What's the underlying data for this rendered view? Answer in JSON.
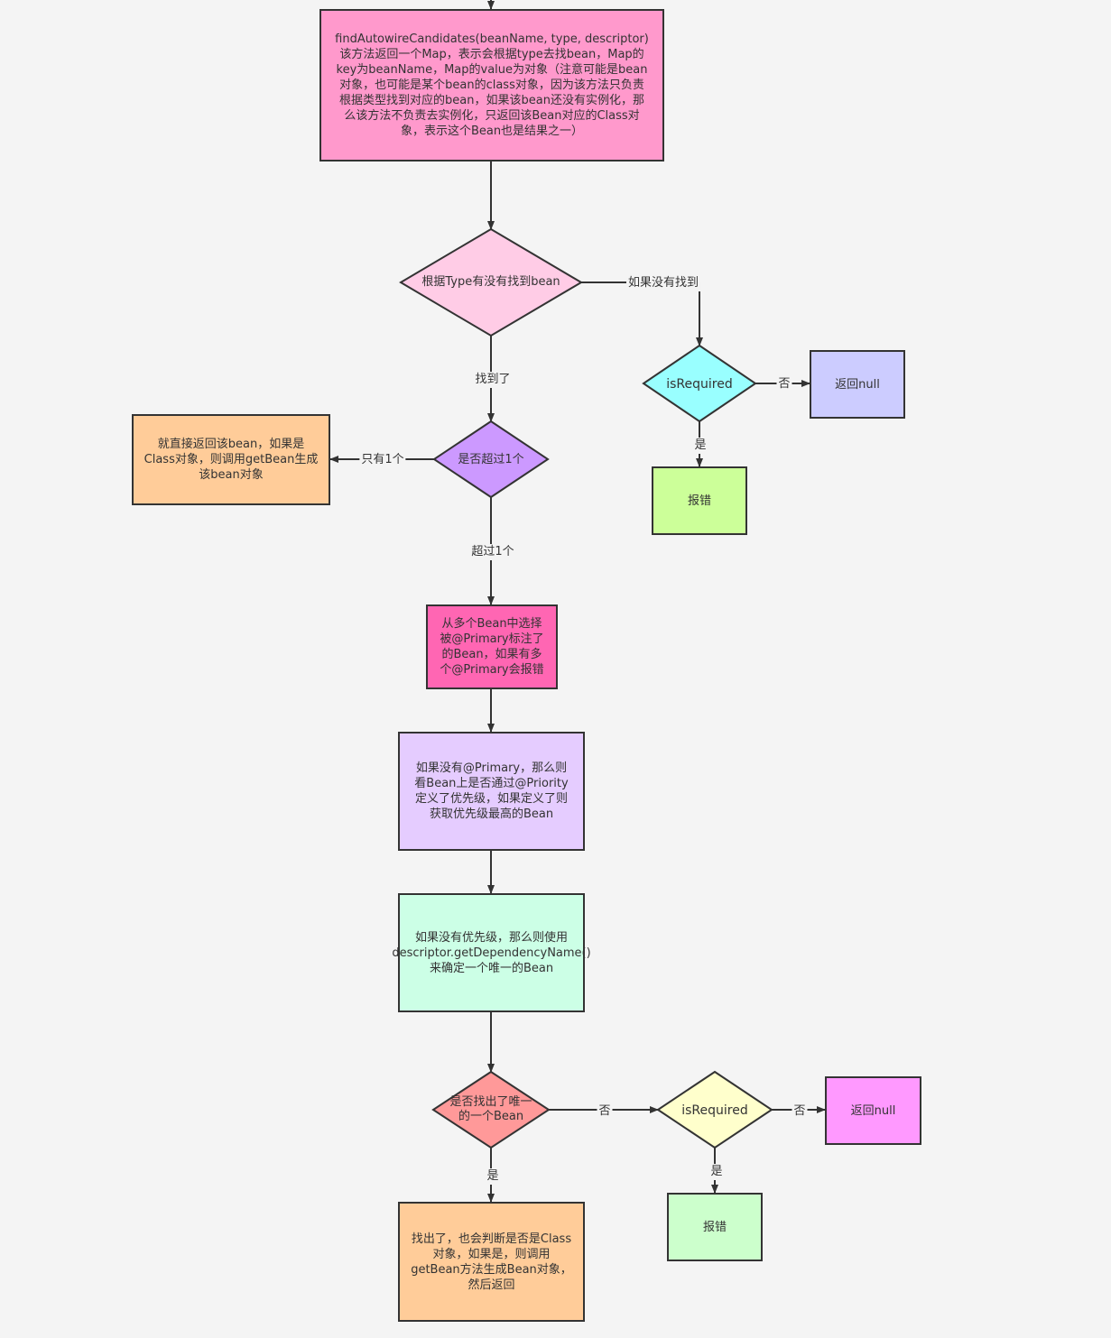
{
  "nodes": {
    "find_candidates": {
      "text": "findAutowireCandidates(beanName, type, descriptor)该方法返回一个Map，表示会根据type去找bean，Map的key为beanName，Map的value为对象（注意可能是bean对象，也可能是某个bean的class对象，因为该方法只负责根据类型找到对应的bean，如果该bean还没有实例化，那么该方法不负责去实例化，只返回该Bean对应的Class对象，表示这个Bean也是结果之一）",
      "color": "#ff99cc"
    },
    "found_by_type": {
      "text": "根据Type有没有找到bean",
      "color": "#ffcce6"
    },
    "is_required_1": {
      "text": "isRequired",
      "color": "#99ffff"
    },
    "return_null_1": {
      "text": "返回null",
      "color": "#ccccff"
    },
    "error_1": {
      "text": "报错",
      "color": "#ccff99"
    },
    "more_than_one": {
      "text": "是否超过1个",
      "color": "#cc99ff"
    },
    "return_bean": {
      "text": "就直接返回该bean，如果是Class对象，则调用getBean生成该bean对象",
      "color": "#ffcc99"
    },
    "choose_primary": {
      "text": "从多个Bean中选择被@Primary标注了的Bean，如果有多个@Primary会报错",
      "color": "#ff66b3"
    },
    "check_priority": {
      "text": "如果没有@Primary，那么则看Bean上是否通过@Priority定义了优先级，如果定义了则获取优先级最高的Bean",
      "color": "#e5ccff"
    },
    "dependency_name": {
      "text": "如果没有优先级，那么则使用descriptor.getDependencyName()来确定一个唯一的Bean",
      "color": "#ccffe6"
    },
    "found_unique": {
      "text": "是否找出了唯一的一个Bean",
      "color": "#ff9999"
    },
    "is_required_2": {
      "text": "isRequired",
      "color": "#ffffcc"
    },
    "return_null_2": {
      "text": "返回null",
      "color": "#ff99ff"
    },
    "error_2": {
      "text": "报错",
      "color": "#ccffcc"
    },
    "found_return": {
      "text": "找出了，也会判断是否是Class对象，如果是，则调用getBean方法生成Bean对象，然后返回",
      "color": "#ffcc99"
    }
  },
  "edges": {
    "not_found": "如果没有找到",
    "found": "找到了",
    "no_1": "否",
    "yes_1": "是",
    "only_one": "只有1个",
    "more_one": "超过1个",
    "no_2": "否",
    "no_3": "否",
    "yes_2": "是",
    "yes_3": "是"
  },
  "style": {
    "stroke": "#333333",
    "background": "#f4f4f4"
  }
}
